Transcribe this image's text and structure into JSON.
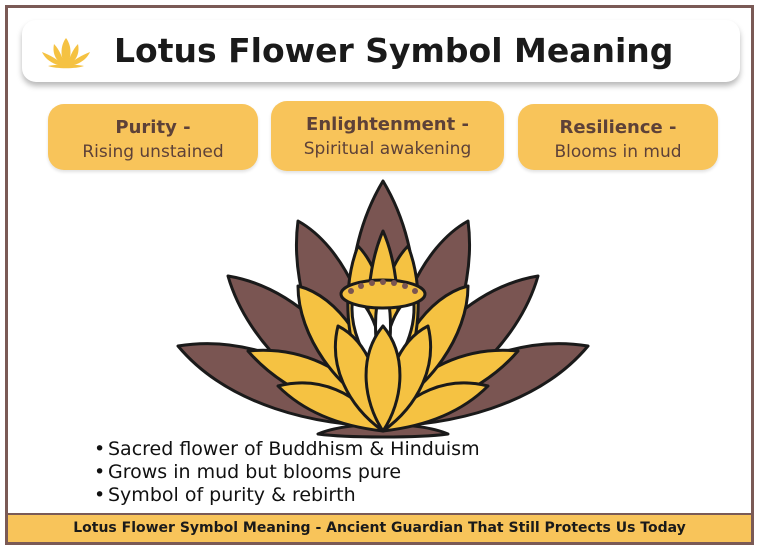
{
  "title": "Lotus Flower Symbol Meaning",
  "title_icon": "lotus-icon",
  "meanings": [
    {
      "heading": "Purity -",
      "description": "Rising unstained"
    },
    {
      "heading": "Enlightenment -",
      "description": "Spiritual awakening"
    },
    {
      "heading": "Resilience -",
      "description": "Blooms in mud"
    }
  ],
  "illustration": "lotus-flower-illustration",
  "facts": [
    "Sacred flower of Buddhism & Hinduism",
    "Grows in mud but blooms pure",
    "Symbol of purity & rebirth"
  ],
  "footer": "Lotus Flower Symbol Meaning - Ancient Guardian That Still Protects Us Today",
  "colors": {
    "accent": "#f8c45a",
    "petal_dark": "#7a5552",
    "petal_gold": "#f5c242",
    "petal_white": "#ffffff",
    "frame": "#7a5a56",
    "pill_text": "#5d4138"
  }
}
